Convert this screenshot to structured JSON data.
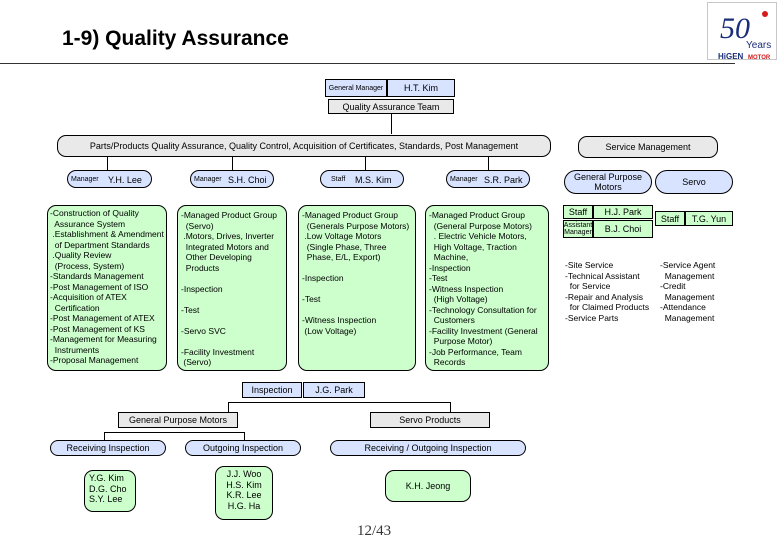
{
  "title": "1-9) Quality Assurance",
  "page_number": "12/43",
  "logo": {
    "number": "50",
    "word": "Years",
    "brand": "HiGEN",
    "sub": "MOTOR"
  },
  "gm": {
    "role": "General Manager",
    "name": "H.T. Kim"
  },
  "qa_team": "Quality Assurance Team",
  "parts_header": "Parts/Products Quality Assurance, Quality Control, Acquisition of Certificates, Standards, Post Management",
  "service_header": "Service Management",
  "managers": [
    {
      "role": "Manager",
      "name": "Y.H. Lee"
    },
    {
      "role": "Manager",
      "name": "S.H. Choi"
    },
    {
      "role": "Staff",
      "name": "M.S. Kim"
    },
    {
      "role": "Manager",
      "name": "S.R. Park"
    }
  ],
  "duties": [
    "-Construction of Quality\n  Assurance System\n .Establishment & Amendment\n  of Department Standards\n .Quality Review\n  (Process, System)\n-Standards Management\n-Post Management of ISO\n-Acquisition of ATEX\n  Certification\n-Post Management of ATEX\n-Post Management of KS\n-Management for Measuring\n  Instruments\n-Proposal Management",
    "-Managed Product Group\n  (Servo)\n .Motors, Drives, Inverter\n  Integrated Motors and\n  Other Developing\n  Products\n\n-Inspection\n\n-Test\n\n-Servo SVC\n\n-Facility Investment\n (Servo)",
    "-Managed Product Group\n  (Generals Purpose Motors)\n .Low Voltage Motors\n  (Single Phase, Three\n  Phase, E/L, Export)\n\n-Inspection\n\n-Test\n\n-Witness Inspection\n (Low Voltage)",
    "-Managed Product Group\n  (General Purpose Motors)\n  . Electric Vehicle Motors,\n  High Voltage, Traction\n  Machine,\n-Inspection\n-Test\n-Witness Inspection\n  (High Voltage)\n-Technology Consultation for\n  Customers\n-Facility Investment (General\n  Purpose Motor)\n-Job Performance, Team\n  Records"
  ],
  "service": {
    "gpm": "General Purpose Motors",
    "servo": "Servo",
    "staff1_role": "Staff",
    "staff1_name": "H.J. Park",
    "asst_role": "Assistant Manager",
    "asst_name": "B.J. Choi",
    "staff2_role": "Staff",
    "staff2_name": "T.G. Yun",
    "left_duties": "-Site Service\n-Technical Assistant\n  for Service\n-Repair and Analysis\n  for Claimed Products\n-Service Parts",
    "right_duties": "-Service Agent\n  Management\n-Credit\n  Management\n-Attendance\n  Management"
  },
  "inspection": {
    "label": "Inspection",
    "name": "J.G. Park"
  },
  "gpm_label": "General Purpose Motors",
  "servo_products": "Servo Products",
  "receiving": "Receiving Inspection",
  "outgoing": "Outgoing Inspection",
  "recv_out": "Receiving / Outgoing Inspection",
  "receiving_staff": "Y.G. Kim\nD.G. Cho\nS.Y. Lee",
  "outgoing_staff": "J.J. Woo\nH.S. Kim\nK.R. Lee\nH.G. Ha",
  "servo_staff": "K.H. Jeong"
}
